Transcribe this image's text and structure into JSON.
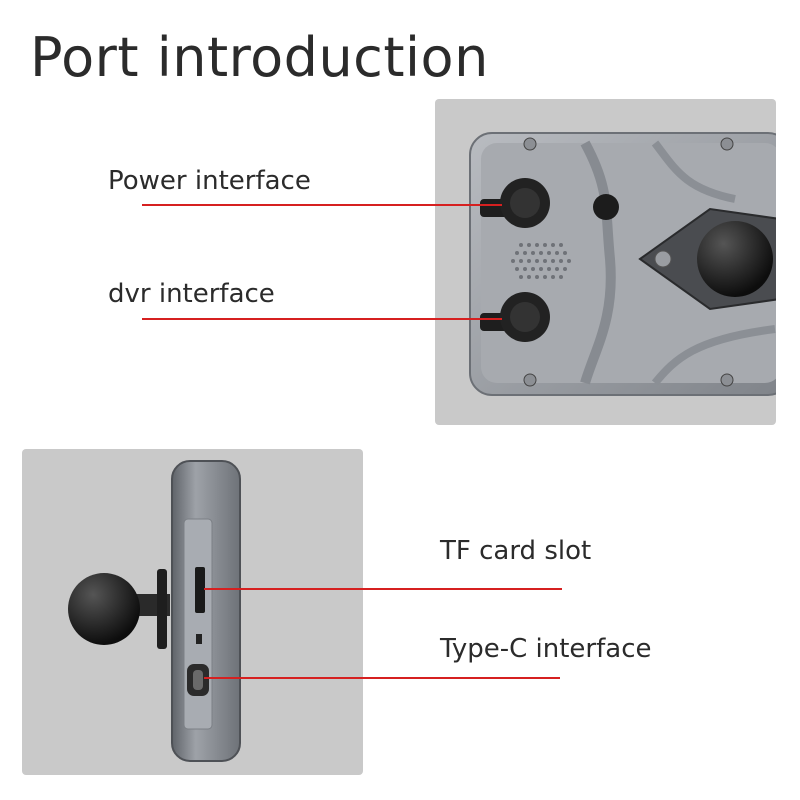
{
  "page": {
    "title": "Port introduction"
  },
  "callouts": {
    "power": "Power interface",
    "dvr": "dvr interface",
    "tf_card": "TF card slot",
    "type_c": "Type-C interface"
  },
  "colors": {
    "leader_line": "#d62020",
    "photo_background": "#c9c9c9",
    "device_body": "#9ea1a6",
    "mount_ball": "#1a1a1a"
  },
  "icons": {
    "power_port": "round-rubber-cap-port",
    "dvr_port": "round-rubber-cap-port",
    "speaker": "speaker-grille-dots",
    "tf_slot": "card-slot",
    "usb_c": "usb-c-port"
  }
}
